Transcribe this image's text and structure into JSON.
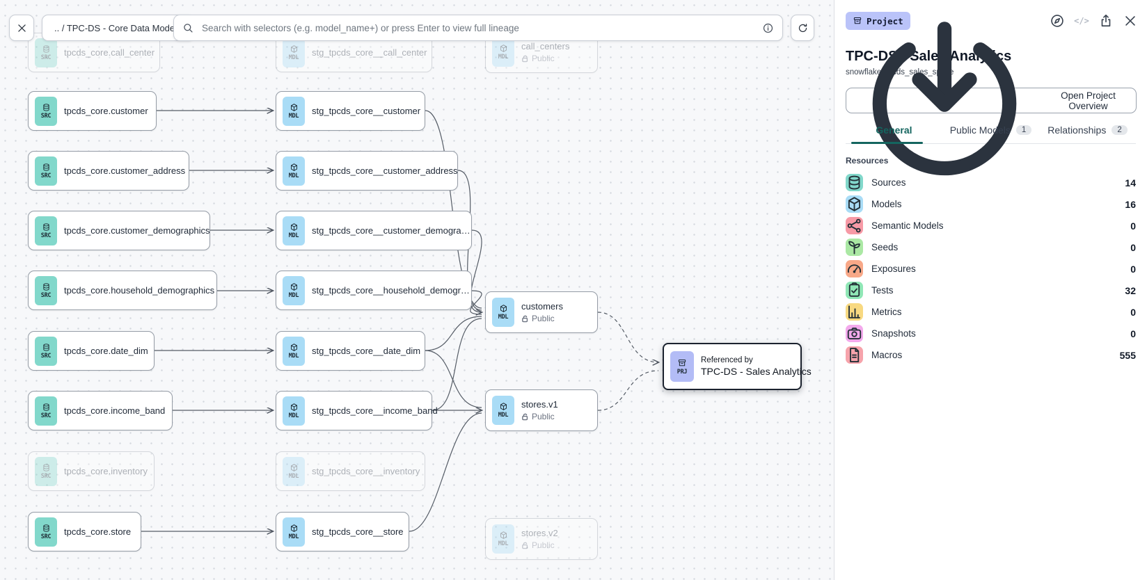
{
  "colors": {
    "accent_teal": "#14655F",
    "project_badge_bg": "#BAC3F9",
    "src_chip_bg": "#82D8CB",
    "mdl_chip_bg": "#A9DCF6",
    "prj_chip_bg": "#B3BCF6",
    "canvas_bg": "#F7F8FA"
  },
  "toolbar": {
    "breadcrumb": ".. / TPC-DS - Core Data Models",
    "search_placeholder": "Search with selectors (e.g. model_name+) or press Enter to view full lineage"
  },
  "canvas": {
    "nodes": [
      {
        "id": "src_call_center",
        "badge": "SRC",
        "label": "tpcds_core.call_center",
        "faded": true
      },
      {
        "id": "mdl_call_center",
        "badge": "MDL",
        "label": "stg_tpcds_core__call_center",
        "faded": true
      },
      {
        "id": "pub_call_centers",
        "badge": "MDL",
        "label": "call_centers",
        "sublabel": "Public",
        "faded": true
      },
      {
        "id": "src_customer",
        "badge": "SRC",
        "label": "tpcds_core.customer"
      },
      {
        "id": "mdl_customer",
        "badge": "MDL",
        "label": "stg_tpcds_core__customer"
      },
      {
        "id": "src_customer_address",
        "badge": "SRC",
        "label": "tpcds_core.customer_address"
      },
      {
        "id": "mdl_customer_address",
        "badge": "MDL",
        "label": "stg_tpcds_core__customer_address"
      },
      {
        "id": "src_customer_demographics",
        "badge": "SRC",
        "label": "tpcds_core.customer_demographics"
      },
      {
        "id": "mdl_customer_demographics",
        "badge": "MDL",
        "label": "stg_tpcds_core__customer_demogra…"
      },
      {
        "id": "src_household_demographics",
        "badge": "SRC",
        "label": "tpcds_core.household_demographics"
      },
      {
        "id": "mdl_household_demographics",
        "badge": "MDL",
        "label": "stg_tpcds_core__household_demogr…"
      },
      {
        "id": "src_date_dim",
        "badge": "SRC",
        "label": "tpcds_core.date_dim"
      },
      {
        "id": "mdl_date_dim",
        "badge": "MDL",
        "label": "stg_tpcds_core__date_dim"
      },
      {
        "id": "src_income_band",
        "badge": "SRC",
        "label": "tpcds_core.income_band"
      },
      {
        "id": "mdl_income_band",
        "badge": "MDL",
        "label": "stg_tpcds_core__income_band"
      },
      {
        "id": "src_inventory",
        "badge": "SRC",
        "label": "tpcds_core.inventory",
        "faded": true
      },
      {
        "id": "mdl_inventory",
        "badge": "MDL",
        "label": "stg_tpcds_core__inventory",
        "faded": true
      },
      {
        "id": "src_store",
        "badge": "SRC",
        "label": "tpcds_core.store"
      },
      {
        "id": "mdl_store",
        "badge": "MDL",
        "label": "stg_tpcds_core__store"
      },
      {
        "id": "pub_customers",
        "badge": "MDL",
        "label": "customers",
        "sublabel": "Public"
      },
      {
        "id": "pub_stores_v1",
        "badge": "MDL",
        "label": "stores.v1",
        "sublabel": "Public"
      },
      {
        "id": "pub_stores_v2",
        "badge": "MDL",
        "label": "stores.v2",
        "sublabel": "Public",
        "faded": true
      }
    ],
    "project_node": {
      "badge": "PRJ",
      "eyebrow": "Referenced by",
      "label": "TPC-DS - Sales Analytics"
    }
  },
  "panel": {
    "type_badge": "Project",
    "title": "TPC-DS - Sales Analytics",
    "subtitle": "snowflake_tpcds_sales_spoke",
    "overview_button": "Open Project Overview",
    "code_icon_text": "</>",
    "tabs": [
      {
        "label": "General",
        "active": true
      },
      {
        "label": "Public Models",
        "count": 1
      },
      {
        "label": "Relationships",
        "count": 2
      }
    ],
    "resources_heading": "Resources",
    "resources": [
      {
        "icon": "database-icon",
        "color": "#82D8CB",
        "label": "Sources",
        "count": 14
      },
      {
        "icon": "cube-icon",
        "color": "#A9DCF6",
        "label": "Models",
        "count": 16
      },
      {
        "icon": "semantic-graph-icon",
        "color": "#F79AA6",
        "label": "Semantic Models",
        "count": 0
      },
      {
        "icon": "seedling-icon",
        "color": "#ABE8A4",
        "label": "Seeds",
        "count": 0
      },
      {
        "icon": "gauge-icon",
        "color": "#F8A888",
        "label": "Exposures",
        "count": 0
      },
      {
        "icon": "clipboard-check-icon",
        "color": "#90E7B6",
        "label": "Tests",
        "count": 32
      },
      {
        "icon": "bar-chart-icon",
        "color": "#F8D981",
        "label": "Metrics",
        "count": 0
      },
      {
        "icon": "camera-icon",
        "color": "#F3A9EC",
        "label": "Snapshots",
        "count": 0
      },
      {
        "icon": "document-icon",
        "color": "#F6A3AB",
        "label": "Macros",
        "count": 555
      }
    ]
  }
}
